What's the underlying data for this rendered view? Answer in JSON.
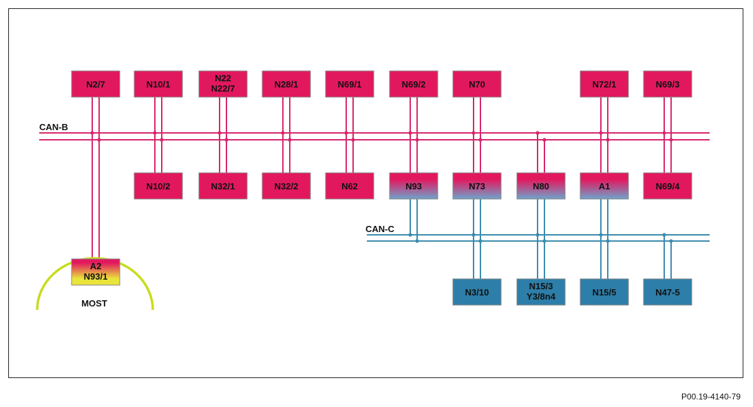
{
  "diagram": {
    "buses": {
      "can_b": {
        "label": "CAN-B",
        "color": "#d7266d"
      },
      "can_c": {
        "label": "CAN-C",
        "color": "#3b8bb0"
      },
      "most": {
        "label": "MOST",
        "color": "#c8dc1e"
      }
    },
    "colors": {
      "canb_module": "#e2185e",
      "canb_canc_gradient_top": "#e2185e",
      "canb_canc_gradient_bottom": "#6ea4cc",
      "canc_module": "#2d7ea8",
      "gateway_top": "#e2185e",
      "gateway_bottom": "#e9e43a",
      "box_border": "#888888"
    },
    "modules": {
      "n2_7": [
        "N2/7"
      ],
      "n10_1": [
        "N10/1"
      ],
      "n22": [
        "N22",
        "N22/7"
      ],
      "n28_1": [
        "N28/1"
      ],
      "n69_1": [
        "N69/1"
      ],
      "n69_2": [
        "N69/2"
      ],
      "n70": [
        "N70"
      ],
      "n72_1": [
        "N72/1"
      ],
      "n69_3": [
        "N69/3"
      ],
      "n10_2": [
        "N10/2"
      ],
      "n32_1": [
        "N32/1"
      ],
      "n32_2": [
        "N32/2"
      ],
      "n62": [
        "N62"
      ],
      "n93": [
        "N93"
      ],
      "n73": [
        "N73"
      ],
      "n80": [
        "N80"
      ],
      "a1": [
        "A1"
      ],
      "n69_4": [
        "N69/4"
      ],
      "a2": [
        "A2",
        "N93/1"
      ],
      "n3_10": [
        "N3/10"
      ],
      "n15_3": [
        "N15/3",
        "Y3/8n4"
      ],
      "n15_5": [
        "N15/5"
      ],
      "n47_5": [
        "N47-5"
      ]
    },
    "figure_code": "P00.19-4140-79"
  }
}
